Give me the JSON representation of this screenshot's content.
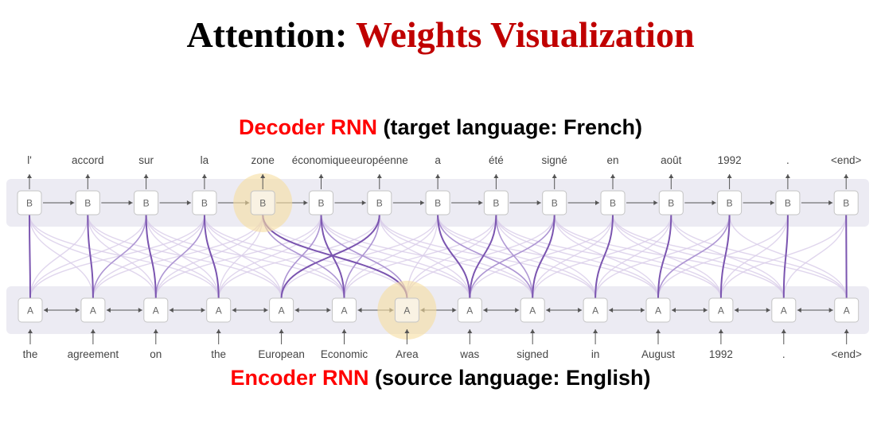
{
  "title": {
    "main": "Attention:",
    "accent": "Weights Visualization"
  },
  "decoder_label": {
    "accent": "Decoder RNN",
    "rest": "(target language: French)"
  },
  "encoder_label": {
    "accent": "Encoder RNN",
    "rest": "(source language: English)"
  },
  "decoder": {
    "cell_label": "B",
    "words": [
      "l'",
      "accord",
      "sur",
      "la",
      "zone",
      "économique",
      "européenne",
      "a",
      "été",
      "signé",
      "en",
      "août",
      "1992",
      ".",
      "<end>"
    ],
    "highlight_index": 4
  },
  "encoder": {
    "cell_label": "A",
    "words": [
      "the",
      "agreement",
      "on",
      "the",
      "European",
      "Economic",
      "Area",
      "was",
      "signed",
      "in",
      "August",
      "1992",
      ".",
      "<end>"
    ],
    "highlight_index": 6
  },
  "attention": {
    "strong_links": [
      [
        0,
        0
      ],
      [
        1,
        1
      ],
      [
        2,
        2
      ],
      [
        3,
        3
      ],
      [
        4,
        6
      ],
      [
        5,
        5
      ],
      [
        6,
        4
      ],
      [
        7,
        7
      ],
      [
        8,
        7
      ],
      [
        9,
        8
      ],
      [
        10,
        9
      ],
      [
        11,
        10
      ],
      [
        12,
        11
      ],
      [
        13,
        12
      ],
      [
        14,
        13
      ]
    ],
    "medium_links": [
      [
        4,
        5
      ],
      [
        5,
        4
      ],
      [
        5,
        6
      ],
      [
        6,
        5
      ],
      [
        7,
        8
      ],
      [
        8,
        8
      ],
      [
        9,
        7
      ],
      [
        3,
        2
      ],
      [
        2,
        1
      ],
      [
        12,
        10
      ]
    ],
    "colors": {
      "strong": "#7b55b0",
      "medium": "#a98fd0",
      "faint": "#d8cce8",
      "band": "#ecebf3",
      "highlight": "#f6dea0"
    }
  }
}
